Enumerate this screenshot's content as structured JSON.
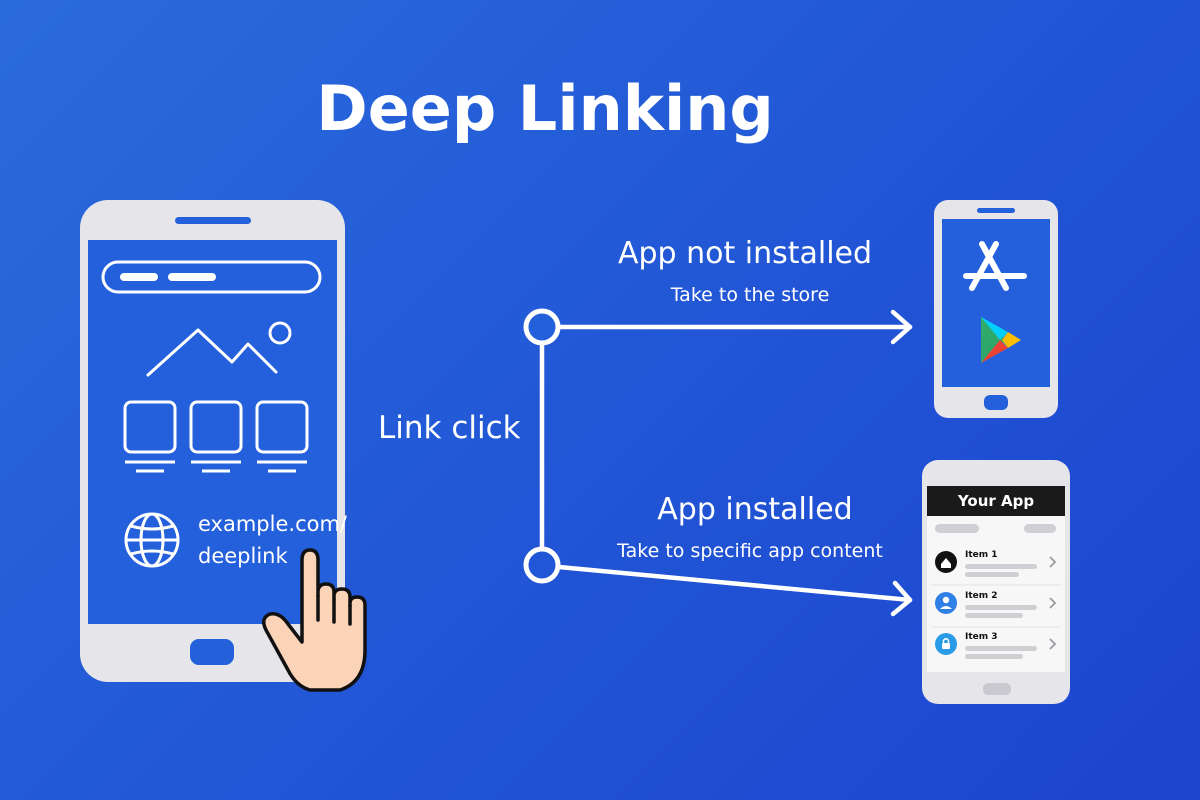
{
  "title": "Deep Linking",
  "trigger": {
    "label": "Link click"
  },
  "source_phone": {
    "url_line1": "example.com/",
    "url_line2": "deeplink"
  },
  "branches": {
    "not_installed": {
      "title": "App not installed",
      "subtitle": "Take to the store"
    },
    "installed": {
      "title": "App installed",
      "subtitle": "Take to specific app content"
    }
  },
  "store_phone": {
    "icons": [
      "app-store-icon",
      "google-play-icon"
    ]
  },
  "app_phone": {
    "header": "Your App",
    "items": [
      {
        "label": "Item 1",
        "icon": "home-icon"
      },
      {
        "label": "Item 2",
        "icon": "user-icon"
      },
      {
        "label": "Item 3",
        "icon": "lock-icon"
      }
    ]
  },
  "colors": {
    "background_start": "#2a6bdc",
    "background_end": "#1c44cf",
    "phone_frame": "#e6e6ea",
    "screen_blue": "#2460dc",
    "line_white": "#ffffff",
    "app_header": "#1a1a1a",
    "item_icon_blue": "#2f7fe6"
  }
}
